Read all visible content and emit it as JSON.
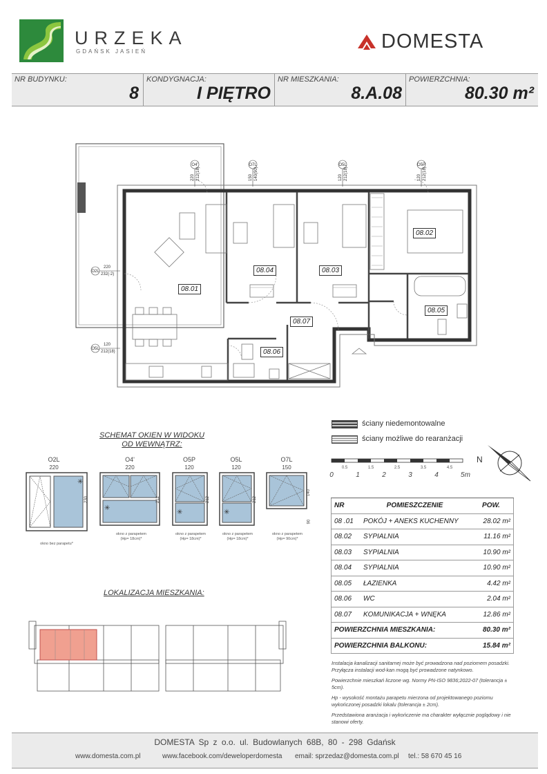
{
  "header": {
    "brand_name": "URZEKA",
    "brand_sub": "GDAŃSK JASIEŃ",
    "developer_name": "DOMESTA",
    "brand_color": "#2d8a3c",
    "developer_color": "#c8322a"
  },
  "info": {
    "building_label": "NR BUDYNKU:",
    "building_value": "8",
    "floor_label": "KONDYGNACJA:",
    "floor_value": "I PIĘTRO",
    "apartment_label": "NR MIESZKANIA:",
    "apartment_value": "8.A.08",
    "area_label": "POWIERZCHNIA:",
    "area_value": "80.30 m²"
  },
  "plan": {
    "rooms": [
      "08.01",
      "08.02",
      "08.03",
      "08.04",
      "08.05",
      "08.06",
      "08.07"
    ],
    "window_tags": [
      "O4'",
      "O7L",
      "O5L",
      "O5P",
      "O2L",
      "O5L"
    ],
    "dims": [
      "220",
      "212(18)",
      "150",
      "140(90)",
      "120",
      "212(18)",
      "120",
      "212(18)",
      "220",
      "232(-2)",
      "120",
      "212(18)"
    ]
  },
  "legend": {
    "fixed_walls": "ściany niedemontowalne",
    "movable_walls": "ściany możliwe do rearanżacji",
    "north": "N",
    "scale_major": [
      "0",
      "1",
      "2",
      "3",
      "4",
      "5m"
    ],
    "scale_minor": [
      "0.5",
      "1.5",
      "2.5",
      "3.5",
      "4.5"
    ]
  },
  "windows": {
    "title_line1": "SCHEMAT OKIEN W WIDOKU",
    "title_line2": "OD WEWNĄTRZ:",
    "items": [
      {
        "name": "O2L",
        "width": "220",
        "height": "230",
        "note_1": "okno bez parapetu*",
        "note_2": ""
      },
      {
        "name": "O4'",
        "width": "220",
        "height": "212",
        "note_1": "okno z parapetem",
        "note_2": "(Hp= 18cm)*"
      },
      {
        "name": "O5P",
        "width": "120",
        "height": "212",
        "note_1": "okno z parapetem",
        "note_2": "(Hp= 18cm)*"
      },
      {
        "name": "O5L",
        "width": "120",
        "height": "212",
        "note_1": "okno z parapetem",
        "note_2": "(Hp= 18cm)*"
      },
      {
        "name": "O7L",
        "width": "150",
        "height": "140",
        "note_1": "okno z parapetem",
        "note_2": "(Hp= 90cm)*"
      }
    ],
    "sill_90": "90"
  },
  "location": {
    "title": "LOKALIZACJA MIESZKANIA:",
    "highlight_color": "#f0a090"
  },
  "table": {
    "head_nr": "NR",
    "head_room": "POMIESZCZENIE",
    "head_area": "POW.",
    "rows": [
      {
        "nr": "08 .01",
        "name": "POKÓJ + ANEKS KUCHENNY",
        "area": "28.02 m²"
      },
      {
        "nr": "08.02",
        "name": "SYPIALNIA",
        "area": "11.16 m²"
      },
      {
        "nr": "08.03",
        "name": "SYPIALNIA",
        "area": "10.90 m²"
      },
      {
        "nr": "08.04",
        "name": "SYPIALNIA",
        "area": "10.90 m²"
      },
      {
        "nr": "08.05",
        "name": "ŁAZIENKA",
        "area": "4.42 m²"
      },
      {
        "nr": "08.06",
        "name": "WC",
        "area": "2.04 m²"
      },
      {
        "nr": "08.07",
        "name": "KOMUNIKACJA + WNĘKA",
        "area": "12.86 m²"
      }
    ],
    "total_apartment_label": "POWIERZCHNIA MIESZKANIA:",
    "total_apartment_value": "80.30 m²",
    "total_balcony_label": "POWIERZCHNIA BALKONU:",
    "total_balcony_value": "15.84 m²"
  },
  "notes": [
    "Instalacja kanalizacji sanitarnej może być prowadzona nad poziomem posadzki. Przyłącza instalacji wod-kan mogą być prowadzone natynkowo.",
    "Powierzchnie mieszkań liczone wg. Normy PN-ISO 9836;2022-07 (tolerancja ± 5cm).",
    "Hp - wysokość montażu parapetu mierzona od projektowanego poziomu wykończonej posadzki lokalu (tolerancja ± 2cm).",
    "Przedstawiona aranżacja i wykończenie ma charakter wyłącznie poglądowy i nie stanowi oferty."
  ],
  "footer": {
    "company_line": "DOMESTA Sp z o.o.      ul. Budowlanych 68B, 80 - 298 Gdańsk",
    "website": "www.domesta.com.pl",
    "facebook": "www.facebook.com/deweloperdomesta",
    "email": "email: sprzedaz@domesta.com.pl",
    "phone": "tel.: 58 670 45 16"
  }
}
